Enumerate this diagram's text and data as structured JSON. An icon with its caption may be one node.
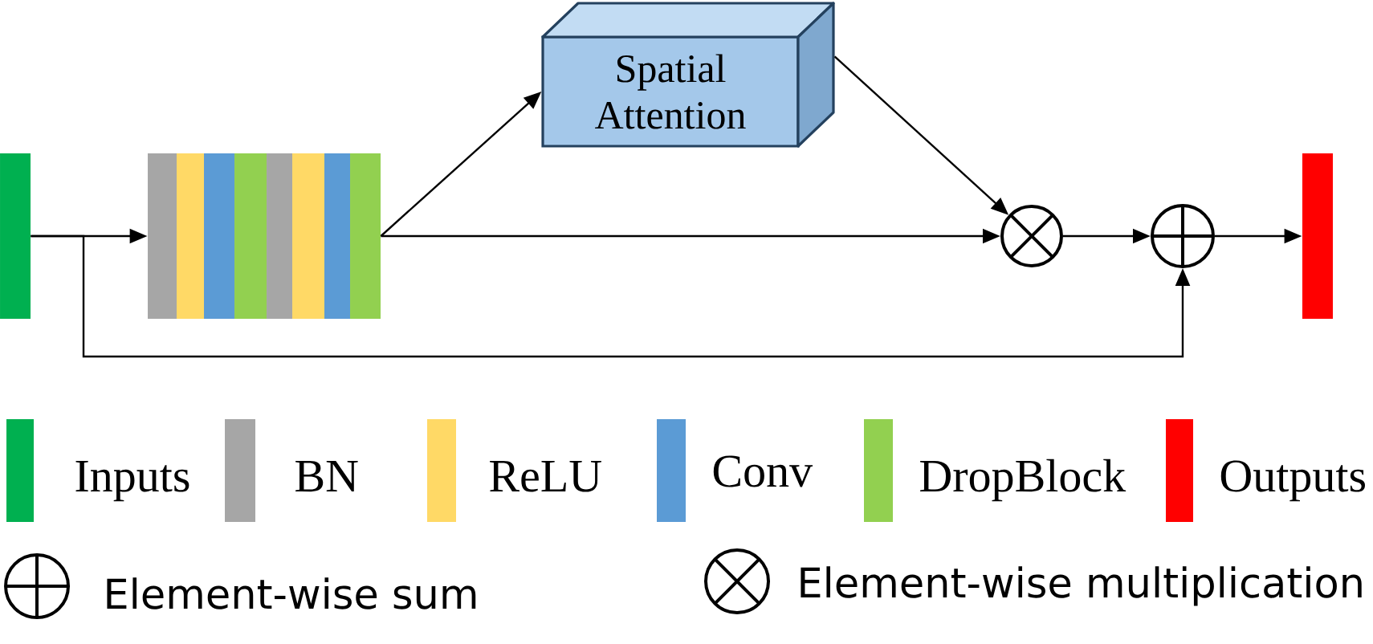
{
  "diagram": {
    "nodes": [
      {
        "text": [],
        "shape": "bar"
      },
      {
        "text": [],
        "shape": "box"
      },
      {
        "text": [
          "Spatial Attention"
        ]
      },
      {
        "text": [],
        "shape": "circle"
      },
      {
        "text": [],
        "shape": "circle"
      },
      {
        "text": [],
        "shape": "bar"
      }
    ],
    "edges": [
      {
        "from": 0,
        "to": 1,
        "arrow": "to"
      },
      {
        "from": 0,
        "to": 4,
        "arrow": "to"
      },
      {
        "from": 1,
        "to": 2,
        "arrow": "to"
      },
      {
        "from": 1,
        "to": 3,
        "arrow": "to"
      },
      {
        "from": 2,
        "to": 3,
        "arrow": "to"
      },
      {
        "from": 3,
        "to": 4,
        "arrow": "to"
      },
      {
        "from": 4,
        "to": 5,
        "arrow": "to"
      }
    ],
    "legend": [
      {
        "text": "Inputs",
        "color": "#00b050"
      },
      {
        "text": "BN",
        "color": "#a6a6a6"
      },
      {
        "text": "ReLU",
        "color": "#ffd966"
      },
      {
        "text": "Conv",
        "color": "#5b9bd5"
      },
      {
        "text": "DropBlock",
        "color": "#92d050"
      },
      {
        "text": "Outputs",
        "color": "#ff0000"
      },
      {
        "text": "Element-wise sum"
      },
      {
        "text": "Element-wise multiplication"
      }
    ]
  }
}
